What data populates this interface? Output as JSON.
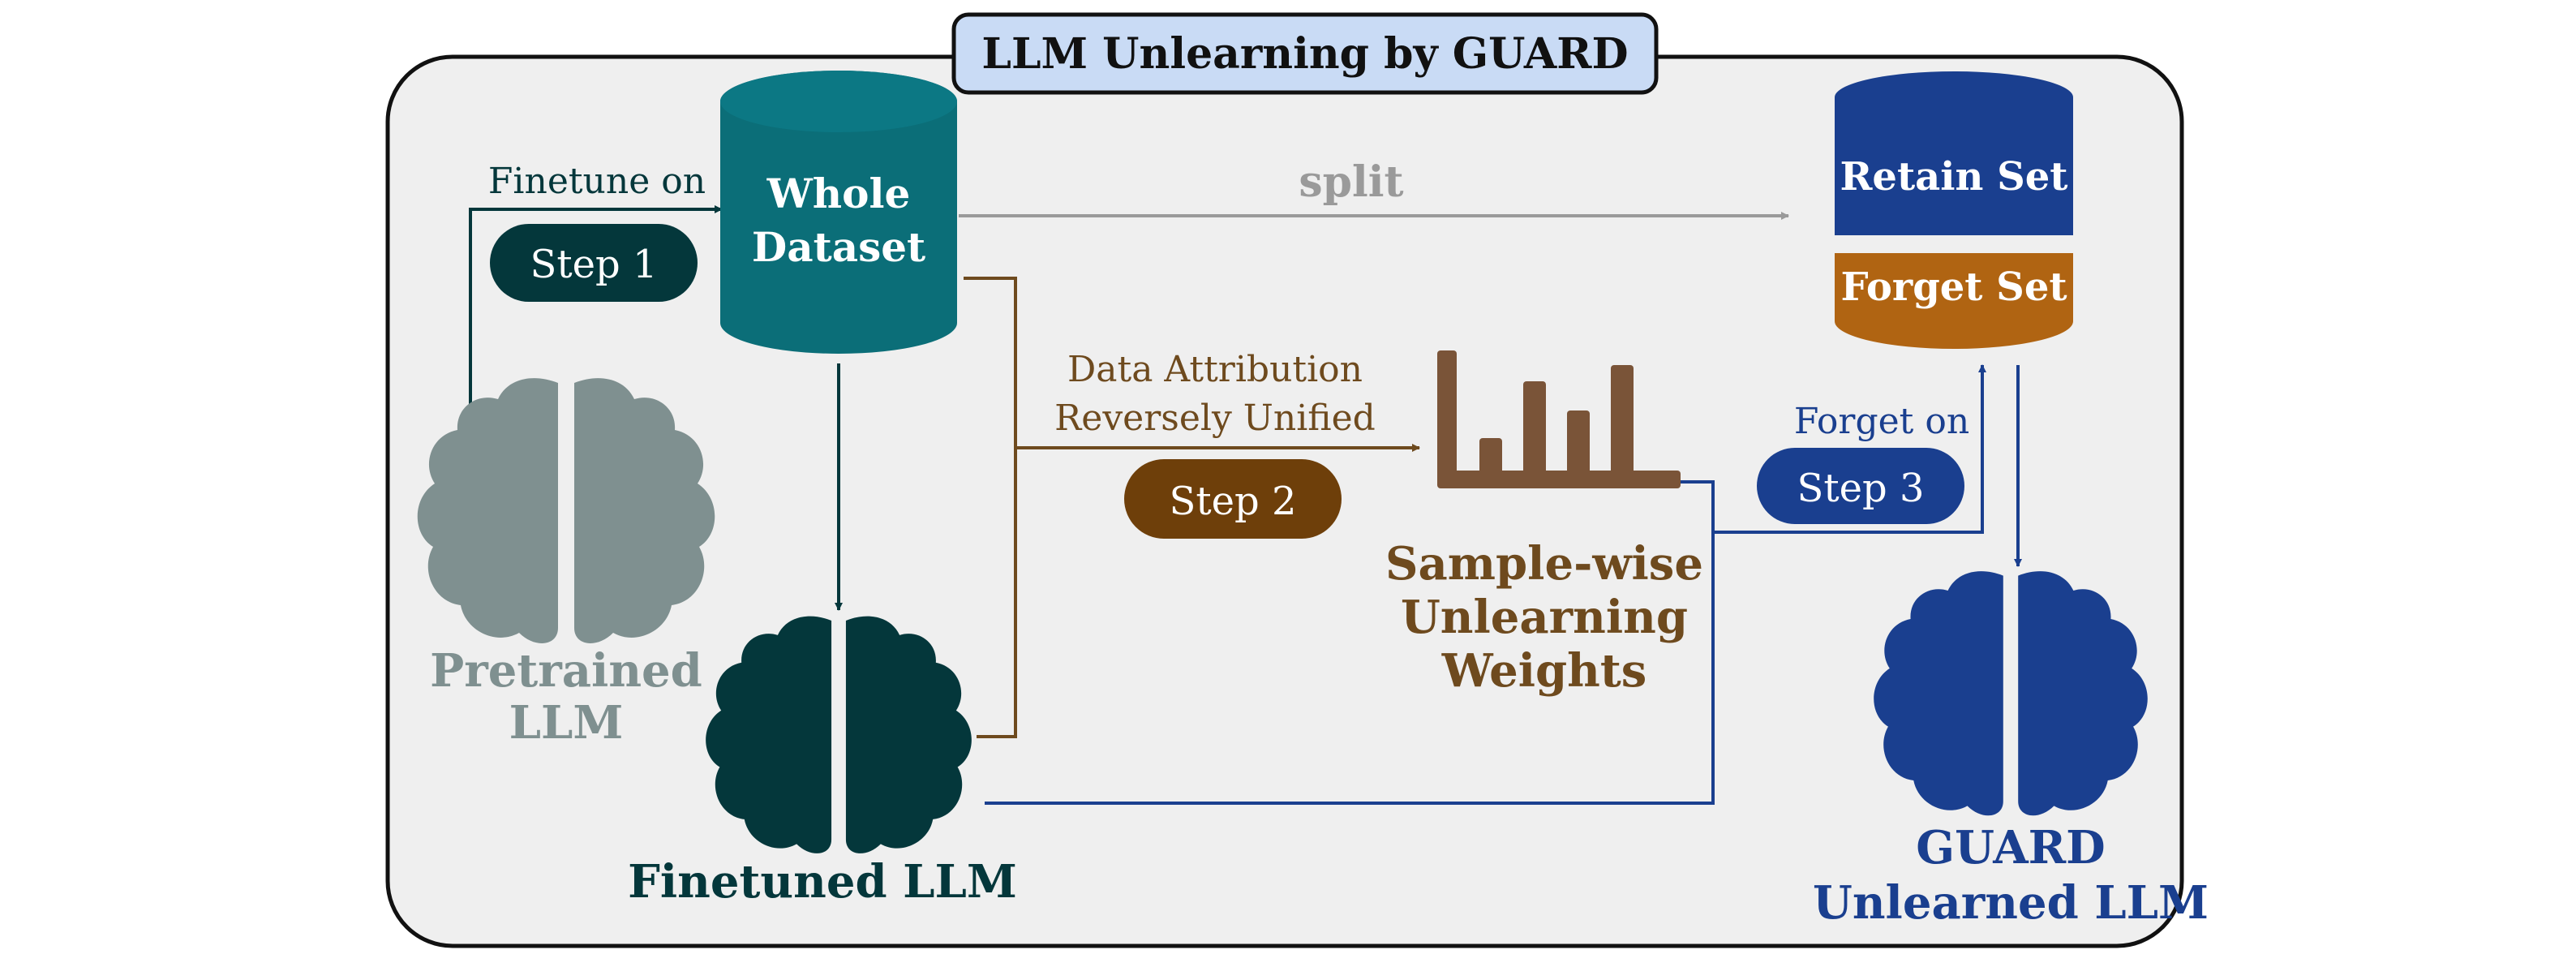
{
  "title": "LLM Unlearning by GUARD",
  "colors": {
    "teal": "#0b6e78",
    "dark_teal": "#04373b",
    "gray_brain": "#7f9090",
    "gray_arrow": "#9a9a9a",
    "brown": "#6e4a1e",
    "brown_bars": "#7a5438",
    "navy": "#1a3f8f",
    "orange": "#b06412",
    "panel_bg": "#efefef",
    "title_bg": "#c9dbf5"
  },
  "nodes": {
    "whole_dataset": {
      "line1": "Whole",
      "line2": "Dataset",
      "icon": "database-cylinder"
    },
    "retain_set": "Retain Set",
    "forget_set": "Forget Set",
    "pretrained": {
      "line1": "Pretrained",
      "line2": "LLM",
      "icon": "brain-icon"
    },
    "finetuned": {
      "label": "Finetuned LLM",
      "icon": "brain-icon"
    },
    "guard": {
      "line1": "GUARD",
      "line2": "Unlearned LLM",
      "icon": "brain-icon"
    },
    "weights": {
      "line1": "Sample-wise",
      "line2": "Unlearning",
      "line3": "Weights",
      "icon": "bar-chart-icon"
    }
  },
  "edges": {
    "finetune_on": "Finetune on",
    "step1": "Step 1",
    "split": "split",
    "attribution_line1": "Data Attribution",
    "attribution_line2": "Reversely Unified",
    "step2": "Step 2",
    "forget_on": "Forget on",
    "step3": "Step 3"
  }
}
